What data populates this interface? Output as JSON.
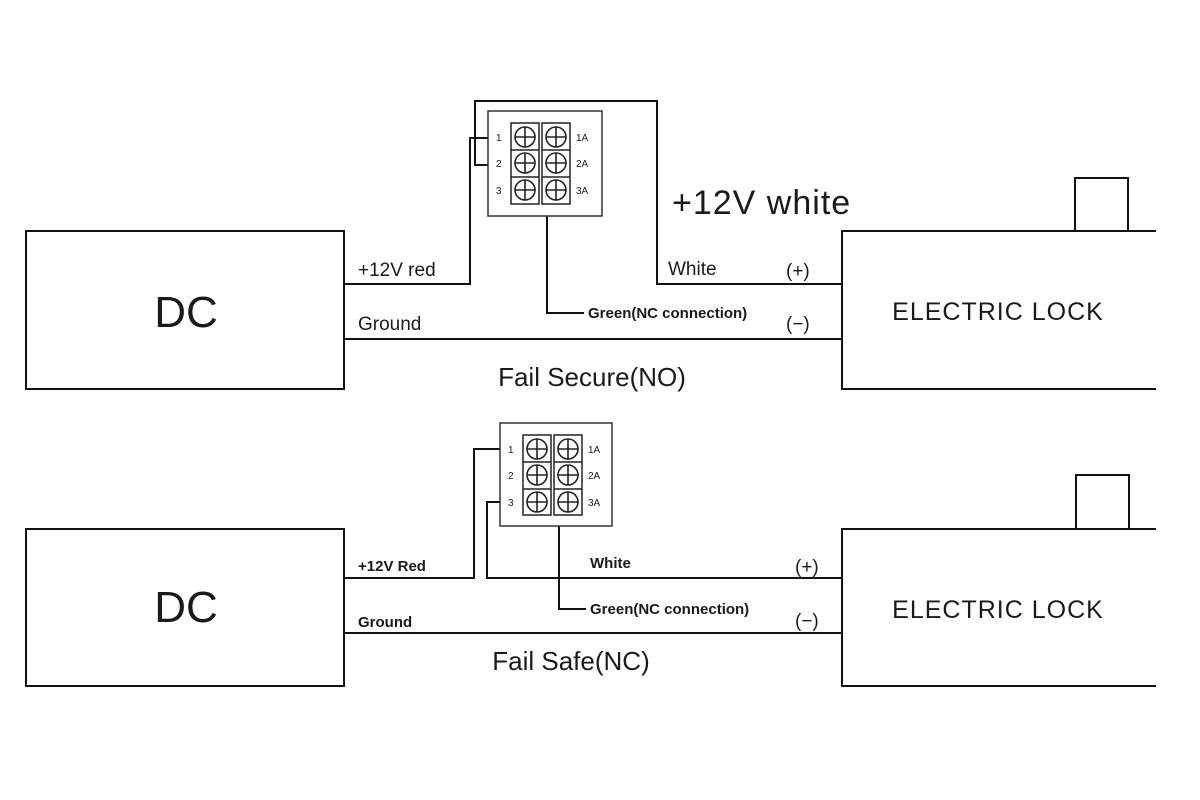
{
  "power_label": "DC",
  "lock_label": "ELECTRIC LOCK",
  "plus_sign": "(+)",
  "minus_sign": "(−)",
  "terminal_left_pins": [
    "1",
    "2",
    "3"
  ],
  "terminal_right_pins": [
    "1A",
    "2A",
    "3A"
  ],
  "fail_secure": {
    "caption": "Fail Secure(NO)",
    "note": "+12V white",
    "red_wire": "+12V red",
    "ground_wire": "Ground",
    "white_wire": "White",
    "green_wire": "Green(NC connection)"
  },
  "fail_safe": {
    "caption": "Fail Safe(NC)",
    "red_wire": "+12V Red",
    "ground_wire": "Ground",
    "white_wire": "White",
    "green_wire": "Green(NC connection)"
  }
}
